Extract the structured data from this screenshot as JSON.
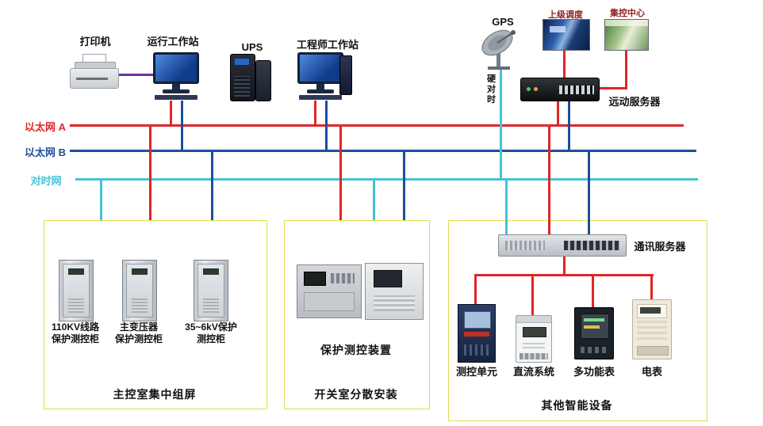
{
  "colors": {
    "ethernet_a": "#e02628",
    "ethernet_b": "#1e4e9c",
    "time_net": "#45c3d6",
    "printer_cable": "#7030a0",
    "box_border": "#dede50",
    "small_label": "#8b1f1f"
  },
  "buses": {
    "ethernet_a_label": "以太网 A",
    "ethernet_b_label": "以太网 B",
    "time_net_label": "对时网"
  },
  "top": {
    "printer_label": "打印机",
    "operator_ws_label": "运行工作站",
    "ups_label": "UPS",
    "engineer_ws_label": "工程师工作站",
    "gps_label": "GPS",
    "hard_time_label": "硬对时",
    "upper_dispatch_label": "上级调度",
    "central_control_label": "集控中心",
    "telecontrol_server_label": "远动服务器"
  },
  "left_box": {
    "title": "主控室集中组屏",
    "cabinets": [
      {
        "line1": "110KV线路",
        "line2": "保护测控柜"
      },
      {
        "line1": "主变压器",
        "line2": "保护测控柜"
      },
      {
        "line1": "35~6kV保护",
        "line2": "测控柜"
      }
    ]
  },
  "middle_box": {
    "title": "开关室分散安装",
    "device_label": "保护测控装置"
  },
  "right_box": {
    "title": "其他智能设备",
    "server_label": "通讯服务器",
    "devices": [
      {
        "label": "测控单元"
      },
      {
        "label": "直流系统"
      },
      {
        "label": "多功能表"
      },
      {
        "label": "电表"
      }
    ]
  }
}
